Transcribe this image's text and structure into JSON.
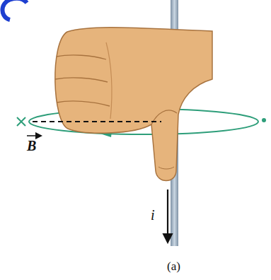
{
  "diagram": {
    "caption": "(a)",
    "labels": [
      "i",
      "B"
    ]
  }
}
